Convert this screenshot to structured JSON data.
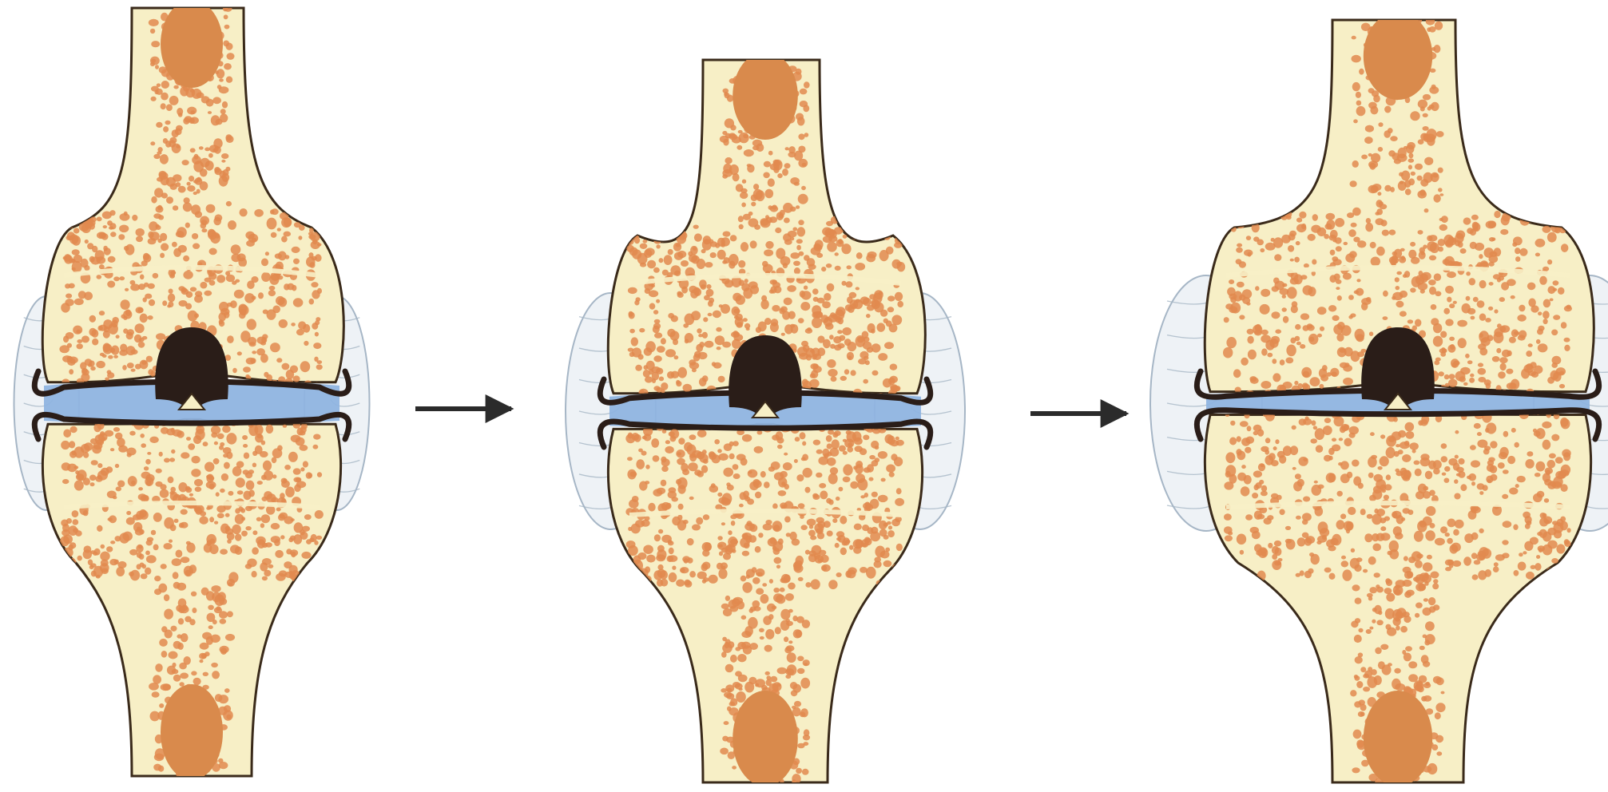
{
  "diagram": {
    "stages": [
      {
        "id": "stage-1",
        "joint_space": 1.0,
        "osteophyte": 0.35
      },
      {
        "id": "stage-2",
        "joint_space": 0.75,
        "osteophyte": 0.7
      },
      {
        "id": "stage-3",
        "joint_space": 0.25,
        "osteophyte": 1.0
      }
    ],
    "arrows": [
      {
        "from": "stage-1",
        "to": "stage-2"
      },
      {
        "from": "stage-2",
        "to": "stage-3"
      }
    ],
    "colors": {
      "background": "#ffffff",
      "cortex": "#f7efc6",
      "outline": "#3a2a1a",
      "trabecular_dot": "#e2894f",
      "marrow": "#d98a4c",
      "cartilage": "#8fb4e0",
      "dark_tissue": "#2a1d18",
      "osteophyte": "#eef2f6",
      "osteophyte_line": "#a6b6c6",
      "arrow": "#2b2b2b"
    }
  }
}
